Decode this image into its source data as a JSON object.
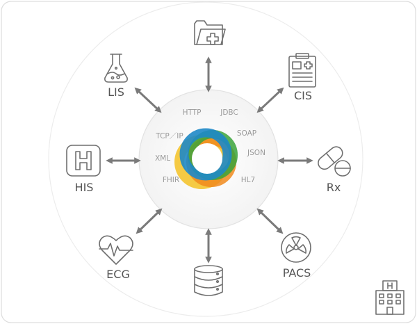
{
  "systems": {
    "top": "",
    "lis": "LIS",
    "cis": "CIS",
    "his": "HIS",
    "rx": "Rx",
    "ecg": "ECG",
    "bottom": "",
    "pacs": "PACS"
  },
  "protocols": {
    "http": "HTTP",
    "jdbc": "JDBC",
    "tcpip": "TCP／IP",
    "soap": "SOAP",
    "xml": "XML",
    "json": "JSON",
    "fhir": "FHIR",
    "hl7": "HL7"
  },
  "icons": {
    "top": "medical-folder-icon",
    "lis": "lab-flask-icon",
    "cis": "clipboard-icon",
    "his": "hospital-h-icon",
    "rx": "pill-capsule-icon",
    "ecg": "heart-ecg-icon",
    "bottom": "database-icon",
    "pacs": "radiation-icon",
    "corner": "hospital-building-icon"
  },
  "colors": {
    "line": "#7a7a7a",
    "icon": "#6f6f6f",
    "ring_blue": "#1e88c7",
    "ring_green": "#3aa33a",
    "ring_orange": "#f08a1c",
    "ring_yellow": "#f4c430"
  }
}
